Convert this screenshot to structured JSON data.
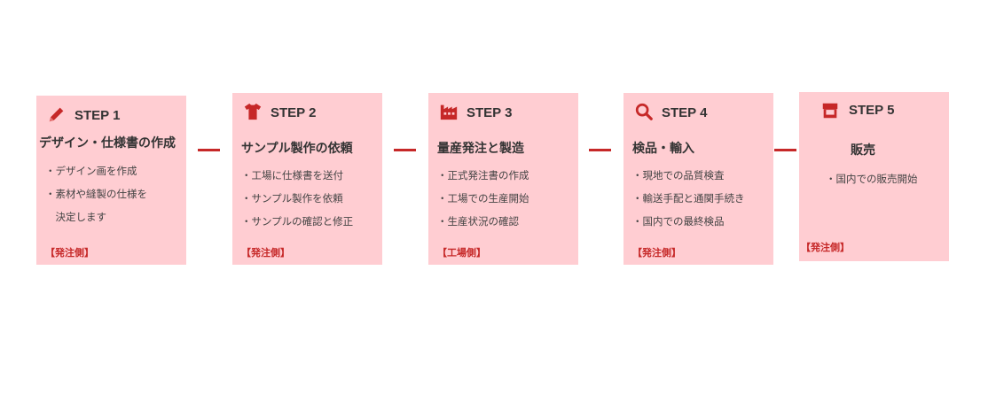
{
  "colors": {
    "card": "#ffcdd2",
    "accent": "#c62828",
    "text": "#333333"
  },
  "steps": [
    {
      "icon": "pencil-icon",
      "label": "STEP 1",
      "title": "デザイン・仕様書の作成",
      "items": [
        "・デザイン画を作成",
        "・素材や縫製の仕様を",
        "　決定します"
      ],
      "side": "【発注側】"
    },
    {
      "icon": "tshirt-icon",
      "label": "STEP 2",
      "title": "サンプル製作の依頼",
      "items": [
        "・工場に仕様書を送付",
        "・サンプル製作を依頼",
        "・サンプルの確認と修正"
      ],
      "side": "【発注側】"
    },
    {
      "icon": "factory-icon",
      "label": "STEP 3",
      "title": "量産発注と製造",
      "items": [
        "・正式発注書の作成",
        "・工場での生産開始",
        "・生産状況の確認"
      ],
      "side": "【工場側】"
    },
    {
      "icon": "search-icon",
      "label": "STEP 4",
      "title": "検品・輸入",
      "items": [
        "・現地での品質検査",
        "・輸送手配と通関手続き",
        "・国内での最終検品"
      ],
      "side": "【発注側】"
    },
    {
      "icon": "store-icon",
      "label": "STEP 5",
      "title": "販売",
      "items": [
        "・国内での販売開始"
      ],
      "side": "【発注側】"
    }
  ]
}
